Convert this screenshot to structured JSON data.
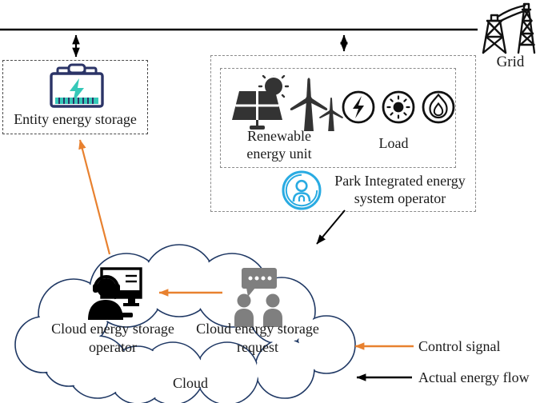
{
  "figure": {
    "description": "Cloud energy storage architecture diagram"
  },
  "grid": {
    "label": "Grid"
  },
  "entity_storage": {
    "label": "Entity energy storage"
  },
  "park": {
    "renewable_line1": "Renewable",
    "renewable_line2": "energy unit",
    "load_label": "Load",
    "operator_line1": "Park Integrated energy",
    "operator_line2": "system operator"
  },
  "cloud": {
    "label": "Cloud",
    "operator_line1": "Cloud energy storage",
    "operator_line2": "operator",
    "request_line1": "Cloud energy storage",
    "request_line2": "request"
  },
  "legend": {
    "control_signal": "Control signal",
    "actual_energy_flow": "Actual energy flow"
  },
  "icons": [
    "transmission-towers-icon",
    "battery-icon",
    "solar-panel-sun-icon",
    "wind-turbine-icon",
    "electric-load-icon",
    "light-load-icon",
    "heat-load-icon",
    "park-operator-badge-icon",
    "operator-headset-monitor-icon",
    "people-speech-bubble-icon",
    "cloud-shape"
  ],
  "colors": {
    "control_signal_orange": "#E8812F",
    "actual_energy_flow_black": "#000000",
    "cloud_outline_navy": "#1F3864",
    "park_operator_blue": "#29ABE2",
    "request_gray": "#7F7F7F",
    "battery_navy": "#2B3467",
    "battery_teal": "#35C8B8",
    "icon_dark": "#333333"
  }
}
